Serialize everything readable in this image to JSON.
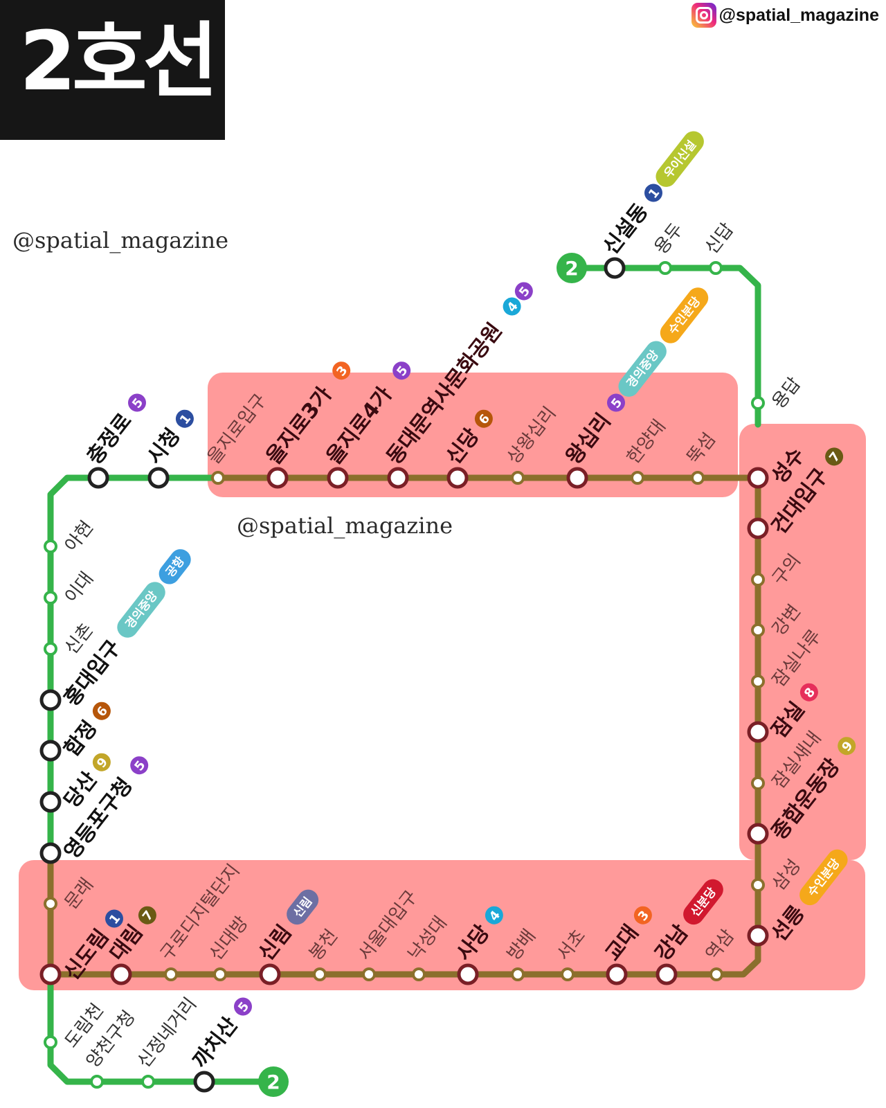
{
  "header": {
    "title": "2호선"
  },
  "brand": {
    "handle": "@spatial_magazine",
    "icon": "instagram-icon"
  },
  "watermarks": [
    "@spatial_magazine",
    "@spatial_magazine"
  ],
  "line": {
    "number": "2",
    "color": "#35b44a",
    "highlight_track_color": "#8b6f2c",
    "highlight_fill": "#ff9a9a"
  },
  "line_colors": {
    "1": "#2c4ea0",
    "3": "#f26422",
    "4": "#1aa8d8",
    "5": "#8b40c8",
    "6": "#b6560a",
    "7": "#6a5a14",
    "8": "#e62f5b",
    "9": "#c2a629",
    "경의중앙": "#6ac7c5",
    "공항": "#3d9fe0",
    "수인분당": "#f5a81a",
    "우이신설": "#b6c730",
    "신분당": "#d1192f",
    "신림": "#6d6fa3"
  },
  "stations": {
    "sinseoldong": {
      "name": "신설동",
      "transfers": [
        "1",
        "우이신설"
      ]
    },
    "yongdu": {
      "name": "용두",
      "transfers": []
    },
    "sindap": {
      "name": "신답",
      "transfers": []
    },
    "yongdap": {
      "name": "용답",
      "transfers": []
    },
    "seongsu": {
      "name": "성수",
      "transfers": []
    },
    "ttukseom": {
      "name": "뚝섬",
      "transfers": []
    },
    "hanyang": {
      "name": "한양대",
      "transfers": []
    },
    "wangsimni": {
      "name": "왕십리",
      "transfers": [
        "5",
        "경의중앙",
        "수인분당"
      ]
    },
    "sangwangsimni": {
      "name": "상왕십리",
      "transfers": []
    },
    "sindang": {
      "name": "신당",
      "transfers": [
        "6"
      ]
    },
    "ddp": {
      "name": "동대문역사문화공원",
      "transfers": [
        "4",
        "5"
      ]
    },
    "euljiro4": {
      "name": "을지로4가",
      "transfers": [
        "5"
      ]
    },
    "euljiro3": {
      "name": "을지로3가",
      "transfers": [
        "3"
      ]
    },
    "euljiro1": {
      "name": "을지로입구",
      "transfers": []
    },
    "cityhall": {
      "name": "시청",
      "transfers": [
        "1"
      ]
    },
    "chungjeongno": {
      "name": "충정로",
      "transfers": [
        "5"
      ]
    },
    "ahyeon": {
      "name": "아현",
      "transfers": []
    },
    "ewha": {
      "name": "이대",
      "transfers": []
    },
    "sinchon": {
      "name": "신촌",
      "transfers": []
    },
    "hongik": {
      "name": "홍대입구",
      "transfers": [
        "경의중앙",
        "공항"
      ]
    },
    "hapjeong": {
      "name": "합정",
      "transfers": [
        "6"
      ]
    },
    "dangsan": {
      "name": "당산",
      "transfers": [
        "9"
      ]
    },
    "ydpgu": {
      "name": "영등포구청",
      "transfers": [
        "5"
      ]
    },
    "mullae": {
      "name": "문래",
      "transfers": []
    },
    "sindorim": {
      "name": "신도림",
      "transfers": [
        "1"
      ]
    },
    "daerim": {
      "name": "대림",
      "transfers": [
        "7"
      ]
    },
    "guro": {
      "name": "구로디지털단지",
      "transfers": []
    },
    "sindaebang": {
      "name": "신대방",
      "transfers": []
    },
    "sillim": {
      "name": "신림",
      "transfers": [
        "신림"
      ]
    },
    "bongcheon": {
      "name": "봉천",
      "transfers": []
    },
    "snu": {
      "name": "서울대입구",
      "transfers": []
    },
    "nakseongdae": {
      "name": "낙성대",
      "transfers": []
    },
    "sadang": {
      "name": "사당",
      "transfers": [
        "4"
      ]
    },
    "bangbae": {
      "name": "방배",
      "transfers": []
    },
    "seocho": {
      "name": "서초",
      "transfers": []
    },
    "gyodae": {
      "name": "교대",
      "transfers": [
        "3"
      ]
    },
    "gangnam": {
      "name": "강남",
      "transfers": [
        "신분당"
      ]
    },
    "yeoksam": {
      "name": "역삼",
      "transfers": []
    },
    "seolleung": {
      "name": "선릉",
      "transfers": [
        "수인분당"
      ]
    },
    "samseong": {
      "name": "삼성",
      "transfers": []
    },
    "sports": {
      "name": "종합운동장",
      "transfers": [
        "9"
      ]
    },
    "saenae": {
      "name": "잠실새내",
      "transfers": []
    },
    "jamsil": {
      "name": "잠실",
      "transfers": [
        "8"
      ]
    },
    "naru": {
      "name": "잠실나루",
      "transfers": []
    },
    "gangbyeon": {
      "name": "강변",
      "transfers": []
    },
    "guui": {
      "name": "구의",
      "transfers": []
    },
    "konkuk": {
      "name": "건대입구",
      "transfers": [
        "7"
      ]
    },
    "dorimcheon": {
      "name": "도림천",
      "transfers": []
    },
    "yangcheon": {
      "name": "양천구청",
      "transfers": []
    },
    "sinjeong": {
      "name": "신정네거리",
      "transfers": []
    },
    "kkachisan": {
      "name": "까치산",
      "transfers": [
        "5"
      ]
    }
  }
}
